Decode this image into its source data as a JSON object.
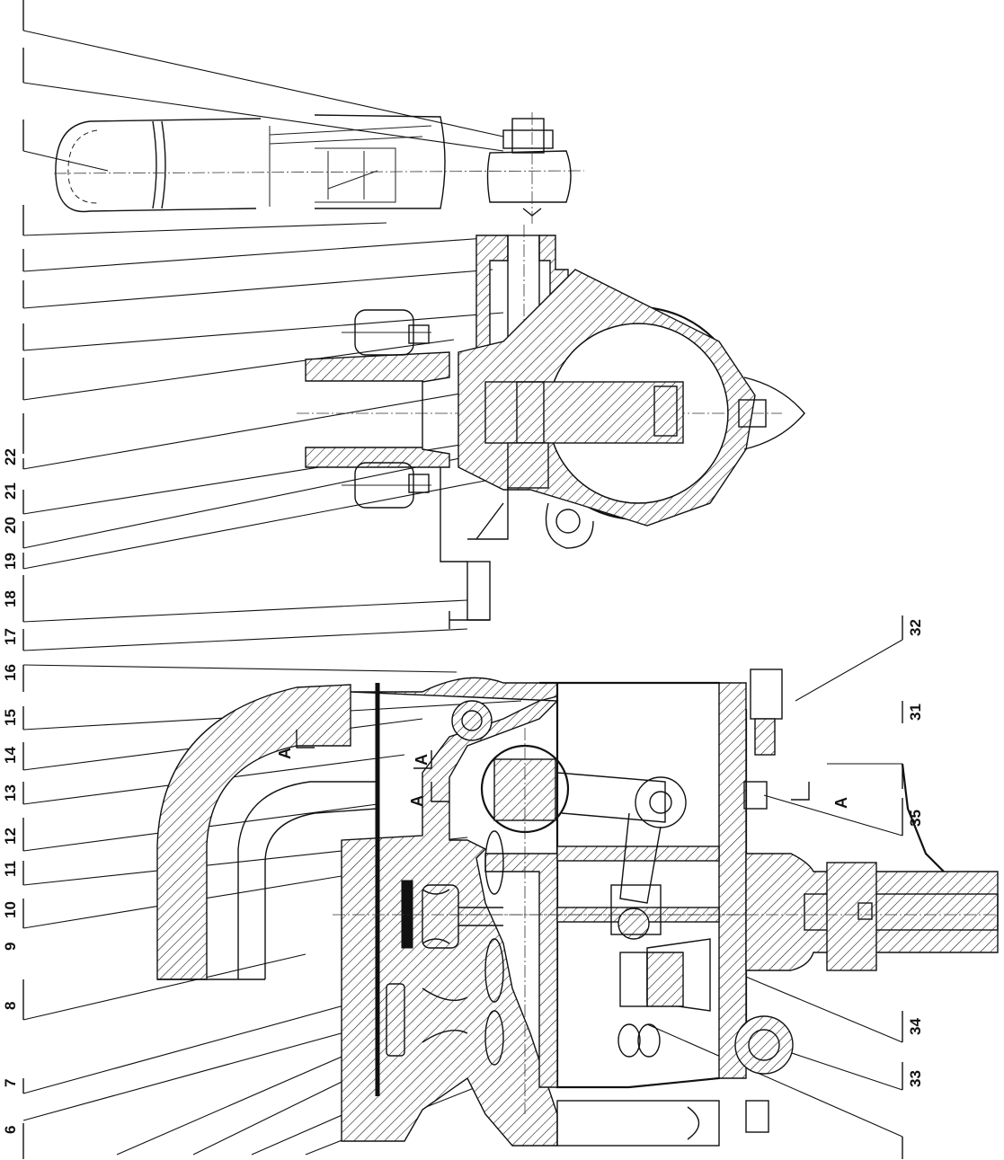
{
  "callouts_left": [
    {
      "id": "c1",
      "text": ""
    },
    {
      "id": "c2",
      "text": ""
    },
    {
      "id": "c3",
      "text": ""
    },
    {
      "id": "c4",
      "text": ""
    },
    {
      "id": "c5",
      "text": ""
    },
    {
      "id": "c6",
      "text": ""
    },
    {
      "id": "c7",
      "text": ""
    },
    {
      "id": "c8",
      "text": ""
    },
    {
      "id": "c22",
      "text": "22"
    },
    {
      "id": "c21",
      "text": "21"
    },
    {
      "id": "c20",
      "text": "20"
    },
    {
      "id": "c19",
      "text": "19"
    },
    {
      "id": "c18",
      "text": "18"
    },
    {
      "id": "c17",
      "text": "17"
    },
    {
      "id": "c16",
      "text": "16"
    },
    {
      "id": "c15",
      "text": "15"
    },
    {
      "id": "c14",
      "text": "14"
    },
    {
      "id": "c13",
      "text": "13"
    },
    {
      "id": "c12",
      "text": "12"
    },
    {
      "id": "c11",
      "text": "11"
    },
    {
      "id": "c10",
      "text": "10"
    },
    {
      "id": "c9",
      "text": "9"
    },
    {
      "id": "c8b",
      "text": "8"
    },
    {
      "id": "c7b",
      "text": "7"
    },
    {
      "id": "c6b",
      "text": "6"
    }
  ],
  "callouts_right": [
    {
      "id": "r32",
      "text": "32"
    },
    {
      "id": "r31",
      "text": "31"
    },
    {
      "id": "r35",
      "text": "35"
    },
    {
      "id": "r34",
      "text": "34"
    },
    {
      "id": "r33",
      "text": "33"
    }
  ],
  "section_marks": [
    "A",
    "A",
    "A",
    "A"
  ]
}
